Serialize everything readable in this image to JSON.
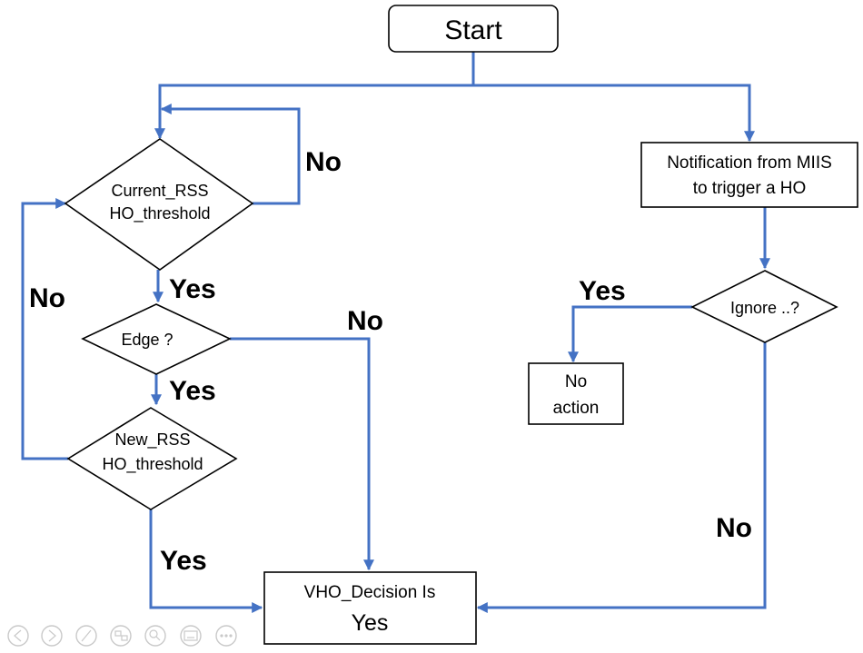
{
  "colors": {
    "arrow": "#4472c4",
    "shape_stroke": "#000000",
    "control_icon": "#c9c9c9"
  },
  "nodes": {
    "start": "Start",
    "current_rss_line1": "Current_RSS",
    "current_rss_line2": "HO_threshold",
    "edge": "Edge ?",
    "new_rss_line1": "New_RSS",
    "new_rss_line2": "HO_threshold",
    "notification_line1": "Notification from MIIS",
    "notification_line2": "to trigger a HO",
    "ignore": "Ignore ..?",
    "no_action_line1": "No",
    "no_action_line2": "action",
    "vho_line1": "VHO_Decision Is",
    "vho_line2": "Yes"
  },
  "edge_labels": {
    "current_no": "No",
    "current_yes": "Yes",
    "edge_no": "No",
    "edge_yes": "Yes",
    "new_no": "No",
    "new_yes": "Yes",
    "ignore_yes": "Yes",
    "ignore_no": "No"
  },
  "controls": [
    "previous-icon",
    "next-icon",
    "pen-icon",
    "slides-icon",
    "zoom-icon",
    "subtitles-icon",
    "more-icon"
  ]
}
